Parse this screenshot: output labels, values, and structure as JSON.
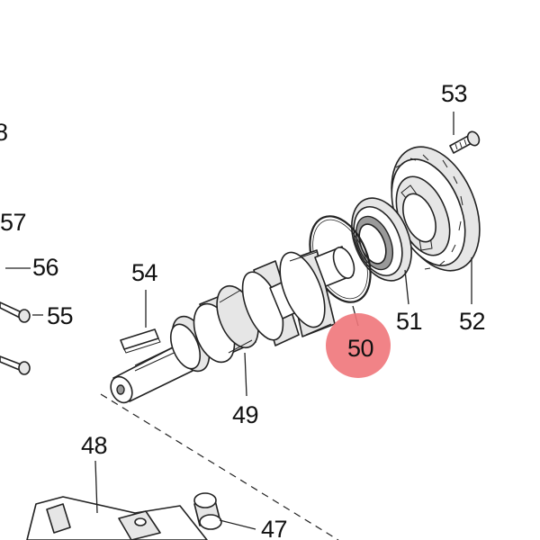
{
  "diagram": {
    "labels": {
      "l8": "8",
      "l57": "57",
      "l56": "56",
      "l55": "55",
      "l54": "54",
      "l53": "53",
      "l52": "52",
      "l51": "51",
      "l50": "50",
      "l49": "49",
      "l48": "48",
      "l47": "47"
    },
    "highlight": {
      "label": "50",
      "color": "#f0757a"
    },
    "line_color": "#222222"
  }
}
